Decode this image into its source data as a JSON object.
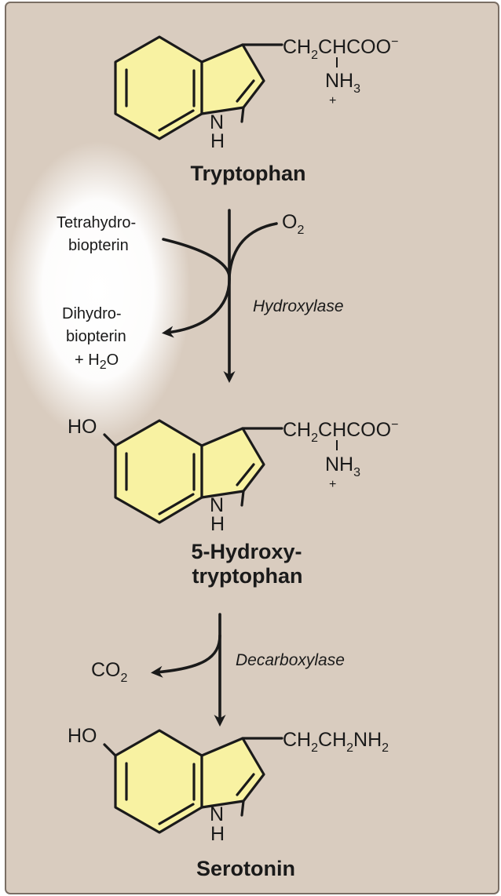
{
  "compounds": {
    "tryptophan": {
      "name": "Tryptophan",
      "side_chain": {
        "a": "CH",
        "a_sub": "2",
        "b": "CHCOO",
        "b_sup": "−"
      },
      "amine": {
        "text": "NH",
        "sub": "3",
        "charge": "+"
      },
      "ring_n": "N",
      "ring_h": "H"
    },
    "hydroxytryptophan": {
      "name_line1": "5-Hydroxy-",
      "name_line2": "tryptophan",
      "hydroxyl": "HO",
      "side_chain": {
        "a": "CH",
        "a_sub": "2",
        "b": "CHCOO",
        "b_sup": "−"
      },
      "amine": {
        "text": "NH",
        "sub": "3",
        "charge": "+"
      },
      "ring_n": "N",
      "ring_h": "H"
    },
    "serotonin": {
      "name": "Serotonin",
      "hydroxyl": "HO",
      "side_chain": {
        "a": "CH",
        "a_sub": "2",
        "b": "CH",
        "b_sub": "2",
        "c": "NH",
        "c_sub": "2"
      },
      "ring_n": "N",
      "ring_h": "H"
    }
  },
  "steps": {
    "hydroxylase": {
      "enzyme": "Hydroxylase",
      "input_line1": "Tetrahydro-",
      "input_line2": "biopterin",
      "oxygen": "O",
      "oxygen_sub": "2",
      "output_line1": "Dihydro-",
      "output_line2": "biopterin",
      "output_line3_pre": "+ H",
      "output_line3_sub": "2",
      "output_line3_post": "O"
    },
    "decarboxylase": {
      "enzyme": "Decarboxylase",
      "byproduct": "CO",
      "byproduct_sub": "2"
    }
  },
  "colors": {
    "panel_background": "#d9ccbf",
    "ring_fill": "#f8f2a2",
    "line": "#1a1a1a",
    "glow": "#ffffff"
  }
}
